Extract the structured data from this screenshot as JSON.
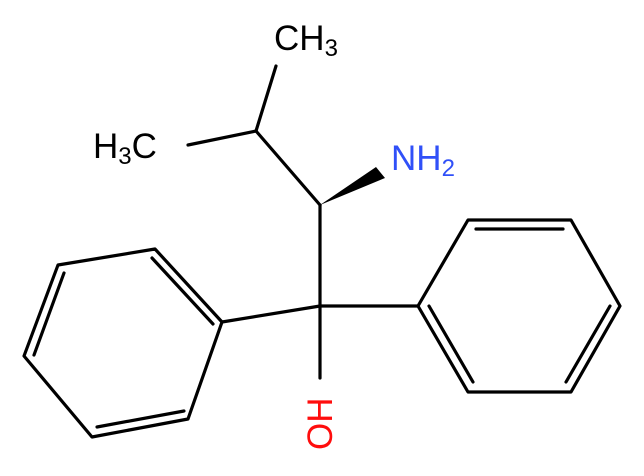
{
  "molecule": {
    "atoms": {
      "ch3_top": {
        "main": "CH",
        "sub": "3",
        "color": "#000000"
      },
      "ch3_left": {
        "pre": "H",
        "sub": "3",
        "main": "C",
        "color": "#000000"
      },
      "nh2": {
        "main": "NH",
        "sub": "2",
        "color": "#3050F8"
      },
      "oh": {
        "main": "OH",
        "color": "#FF0D0D"
      }
    }
  }
}
